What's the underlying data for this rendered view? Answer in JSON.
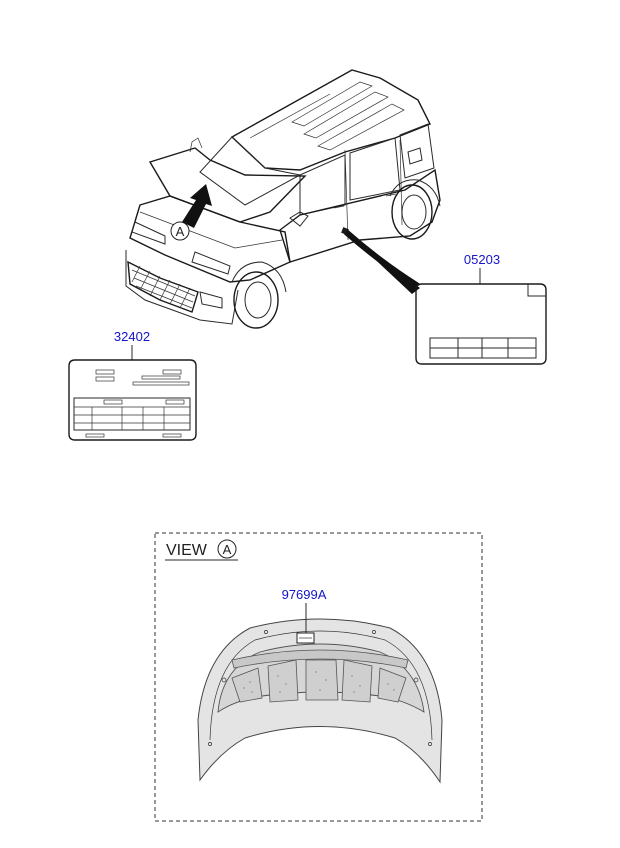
{
  "callouts": {
    "lbl_05203": "05203",
    "lbl_32402": "32402",
    "lbl_97699a": "97699A"
  },
  "markers": {
    "view_text": "VIEW",
    "view_letter": "A",
    "car_letter": "A"
  },
  "colors": {
    "link": "#1414c8",
    "line": "#2a2a2a",
    "hood_fill": "#e4e4e4"
  }
}
